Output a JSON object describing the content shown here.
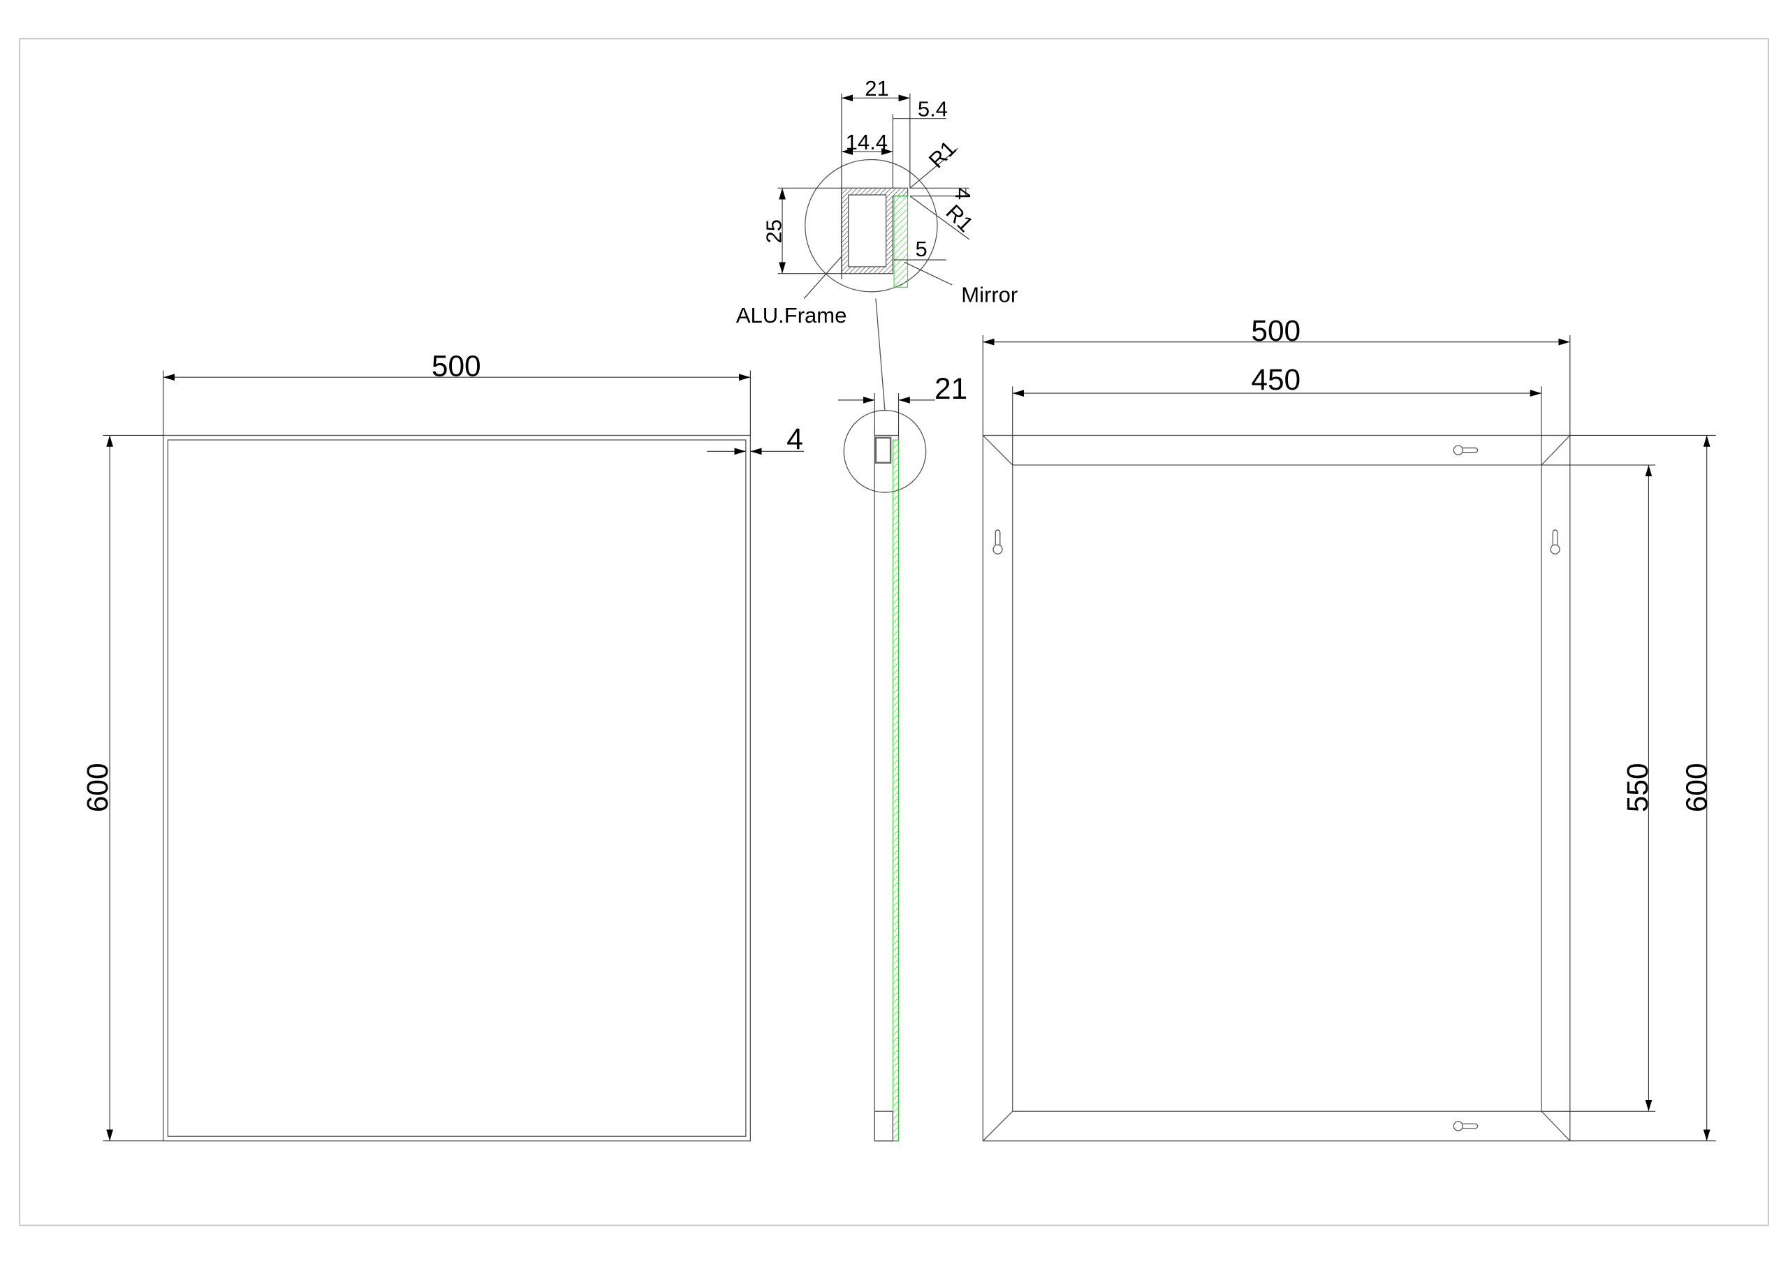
{
  "front_view": {
    "width": "500",
    "height": "600",
    "frame": "4"
  },
  "side_view": {
    "depth": "21"
  },
  "detail": {
    "overall": "21",
    "glass_offset": "5.4",
    "frame_width": "14.4",
    "frame_height": "25",
    "lip": "4",
    "radius_top": "R1",
    "radius_bottom": "R1",
    "mirror_thickness": "5",
    "label_frame": "ALU.Frame",
    "label_mirror": "Mirror"
  },
  "back_view": {
    "outer_width": "500",
    "inner_width": "450",
    "inner_height": "550",
    "outer_height": "600"
  },
  "colors": {
    "mirror": "#33cc33",
    "line": "#555555"
  }
}
